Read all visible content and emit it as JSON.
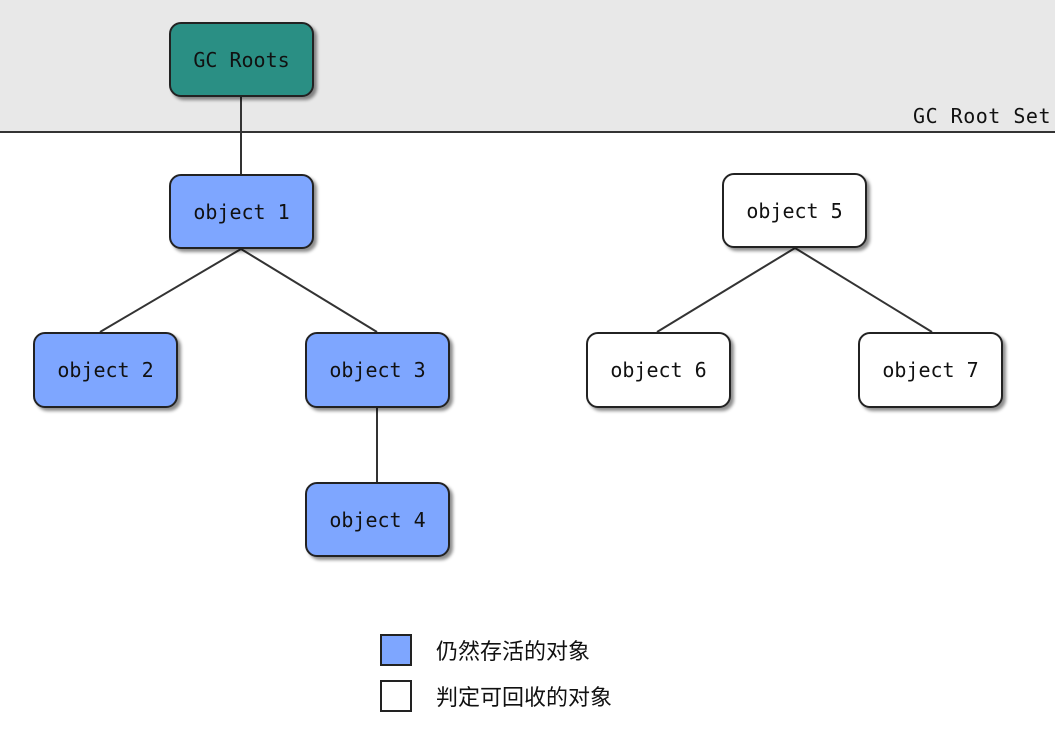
{
  "gc_root_set": {
    "label": "GC Root Set"
  },
  "nodes": [
    {
      "id": "gc-roots",
      "label": "GC Roots",
      "kind": "root"
    },
    {
      "id": "object-1",
      "label": "object 1",
      "kind": "live"
    },
    {
      "id": "object-2",
      "label": "object 2",
      "kind": "live"
    },
    {
      "id": "object-3",
      "label": "object 3",
      "kind": "live"
    },
    {
      "id": "object-4",
      "label": "object 4",
      "kind": "live"
    },
    {
      "id": "object-5",
      "label": "object 5",
      "kind": "dead"
    },
    {
      "id": "object-6",
      "label": "object 6",
      "kind": "dead"
    },
    {
      "id": "object-7",
      "label": "object 7",
      "kind": "dead"
    }
  ],
  "edges": [
    {
      "from": "gc-roots",
      "to": "object-1"
    },
    {
      "from": "object-1",
      "to": "object-2"
    },
    {
      "from": "object-1",
      "to": "object-3"
    },
    {
      "from": "object-3",
      "to": "object-4"
    },
    {
      "from": "object-5",
      "to": "object-6"
    },
    {
      "from": "object-5",
      "to": "object-7"
    }
  ],
  "legend": {
    "live_label": "仍然存活的对象",
    "collectable_label": "判定可回收的对象"
  },
  "colors": {
    "root": "#2a8f84",
    "live": "#7ea6ff",
    "collectable": "#ffffff",
    "band": "#e8e8e8"
  }
}
